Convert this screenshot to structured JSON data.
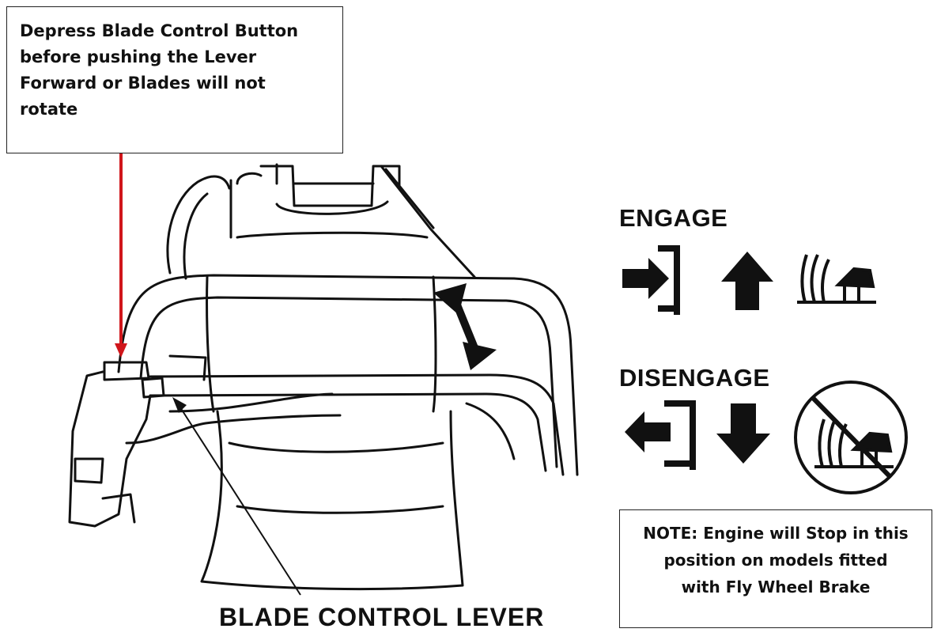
{
  "callout_top": {
    "lines": [
      "Depress Blade Control Button",
      "before pushing the Lever",
      "Forward or Blades will not",
      "rotate"
    ]
  },
  "engage": {
    "heading": "ENGAGE",
    "icons": [
      "arrow-into-bracket-icon",
      "arrow-up-icon",
      "blade-grass-icon"
    ]
  },
  "disengage": {
    "heading": "DISENGAGE",
    "icons": [
      "arrow-out-of-bracket-icon",
      "arrow-down-icon",
      "no-blade-grass-icon"
    ]
  },
  "note": {
    "lines": [
      "NOTE: Engine will Stop in this",
      "position on models fitted",
      "with Fly Wheel Brake"
    ]
  },
  "lever_caption": "BLADE CONTROL LEVER",
  "colors": {
    "pointer_arrow": "#d0161b",
    "ink": "#111111"
  }
}
